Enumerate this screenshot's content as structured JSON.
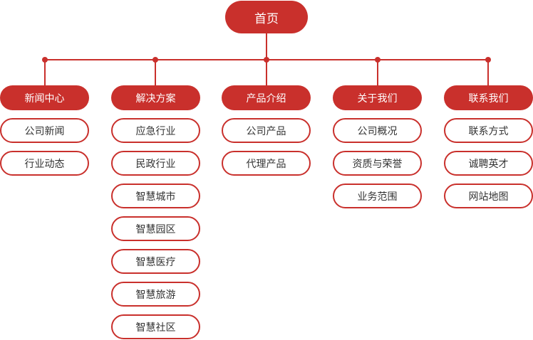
{
  "colors": {
    "accent": "#c9302c",
    "connector": "#c9302c",
    "sub_text": "#333333"
  },
  "root": {
    "label": "首页"
  },
  "categories": [
    {
      "label": "新闻中心",
      "children": [
        "公司新闻",
        "行业动态"
      ]
    },
    {
      "label": "解决方案",
      "children": [
        "应急行业",
        "民政行业",
        "智慧城市",
        "智慧园区",
        "智慧医疗",
        "智慧旅游",
        "智慧社区"
      ]
    },
    {
      "label": "产品介绍",
      "children": [
        "公司产品",
        "代理产品"
      ]
    },
    {
      "label": "关于我们",
      "children": [
        "公司概况",
        "资质与荣誉",
        "业务范围"
      ]
    },
    {
      "label": "联系我们",
      "children": [
        "联系方式",
        "诚聘英才",
        "网站地图"
      ]
    }
  ]
}
